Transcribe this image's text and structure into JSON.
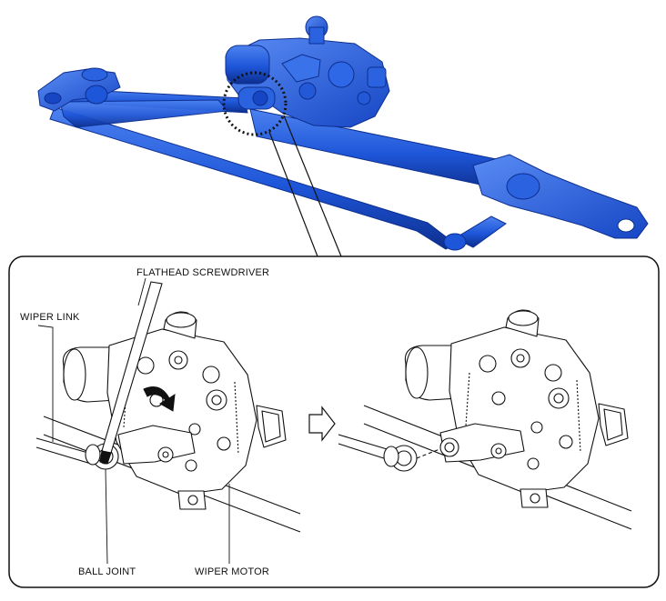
{
  "labels": {
    "flathead_screwdriver": "FLATHEAD SCREWDRIVER",
    "wiper_link": "WIPER LINK",
    "ball_joint": "BALL JOINT",
    "wiper_motor": "WIPER MOTOR"
  },
  "colors": {
    "assembly_fill": "#1e56d9",
    "assembly_highlight": "#4d82f0",
    "assembly_shadow": "#0d2f8f",
    "line_art": "#1a1a1a",
    "background": "#ffffff"
  },
  "icons": {
    "step_arrow": "right-arrow-icon",
    "detail_callout": "dotted-circle-callout"
  }
}
